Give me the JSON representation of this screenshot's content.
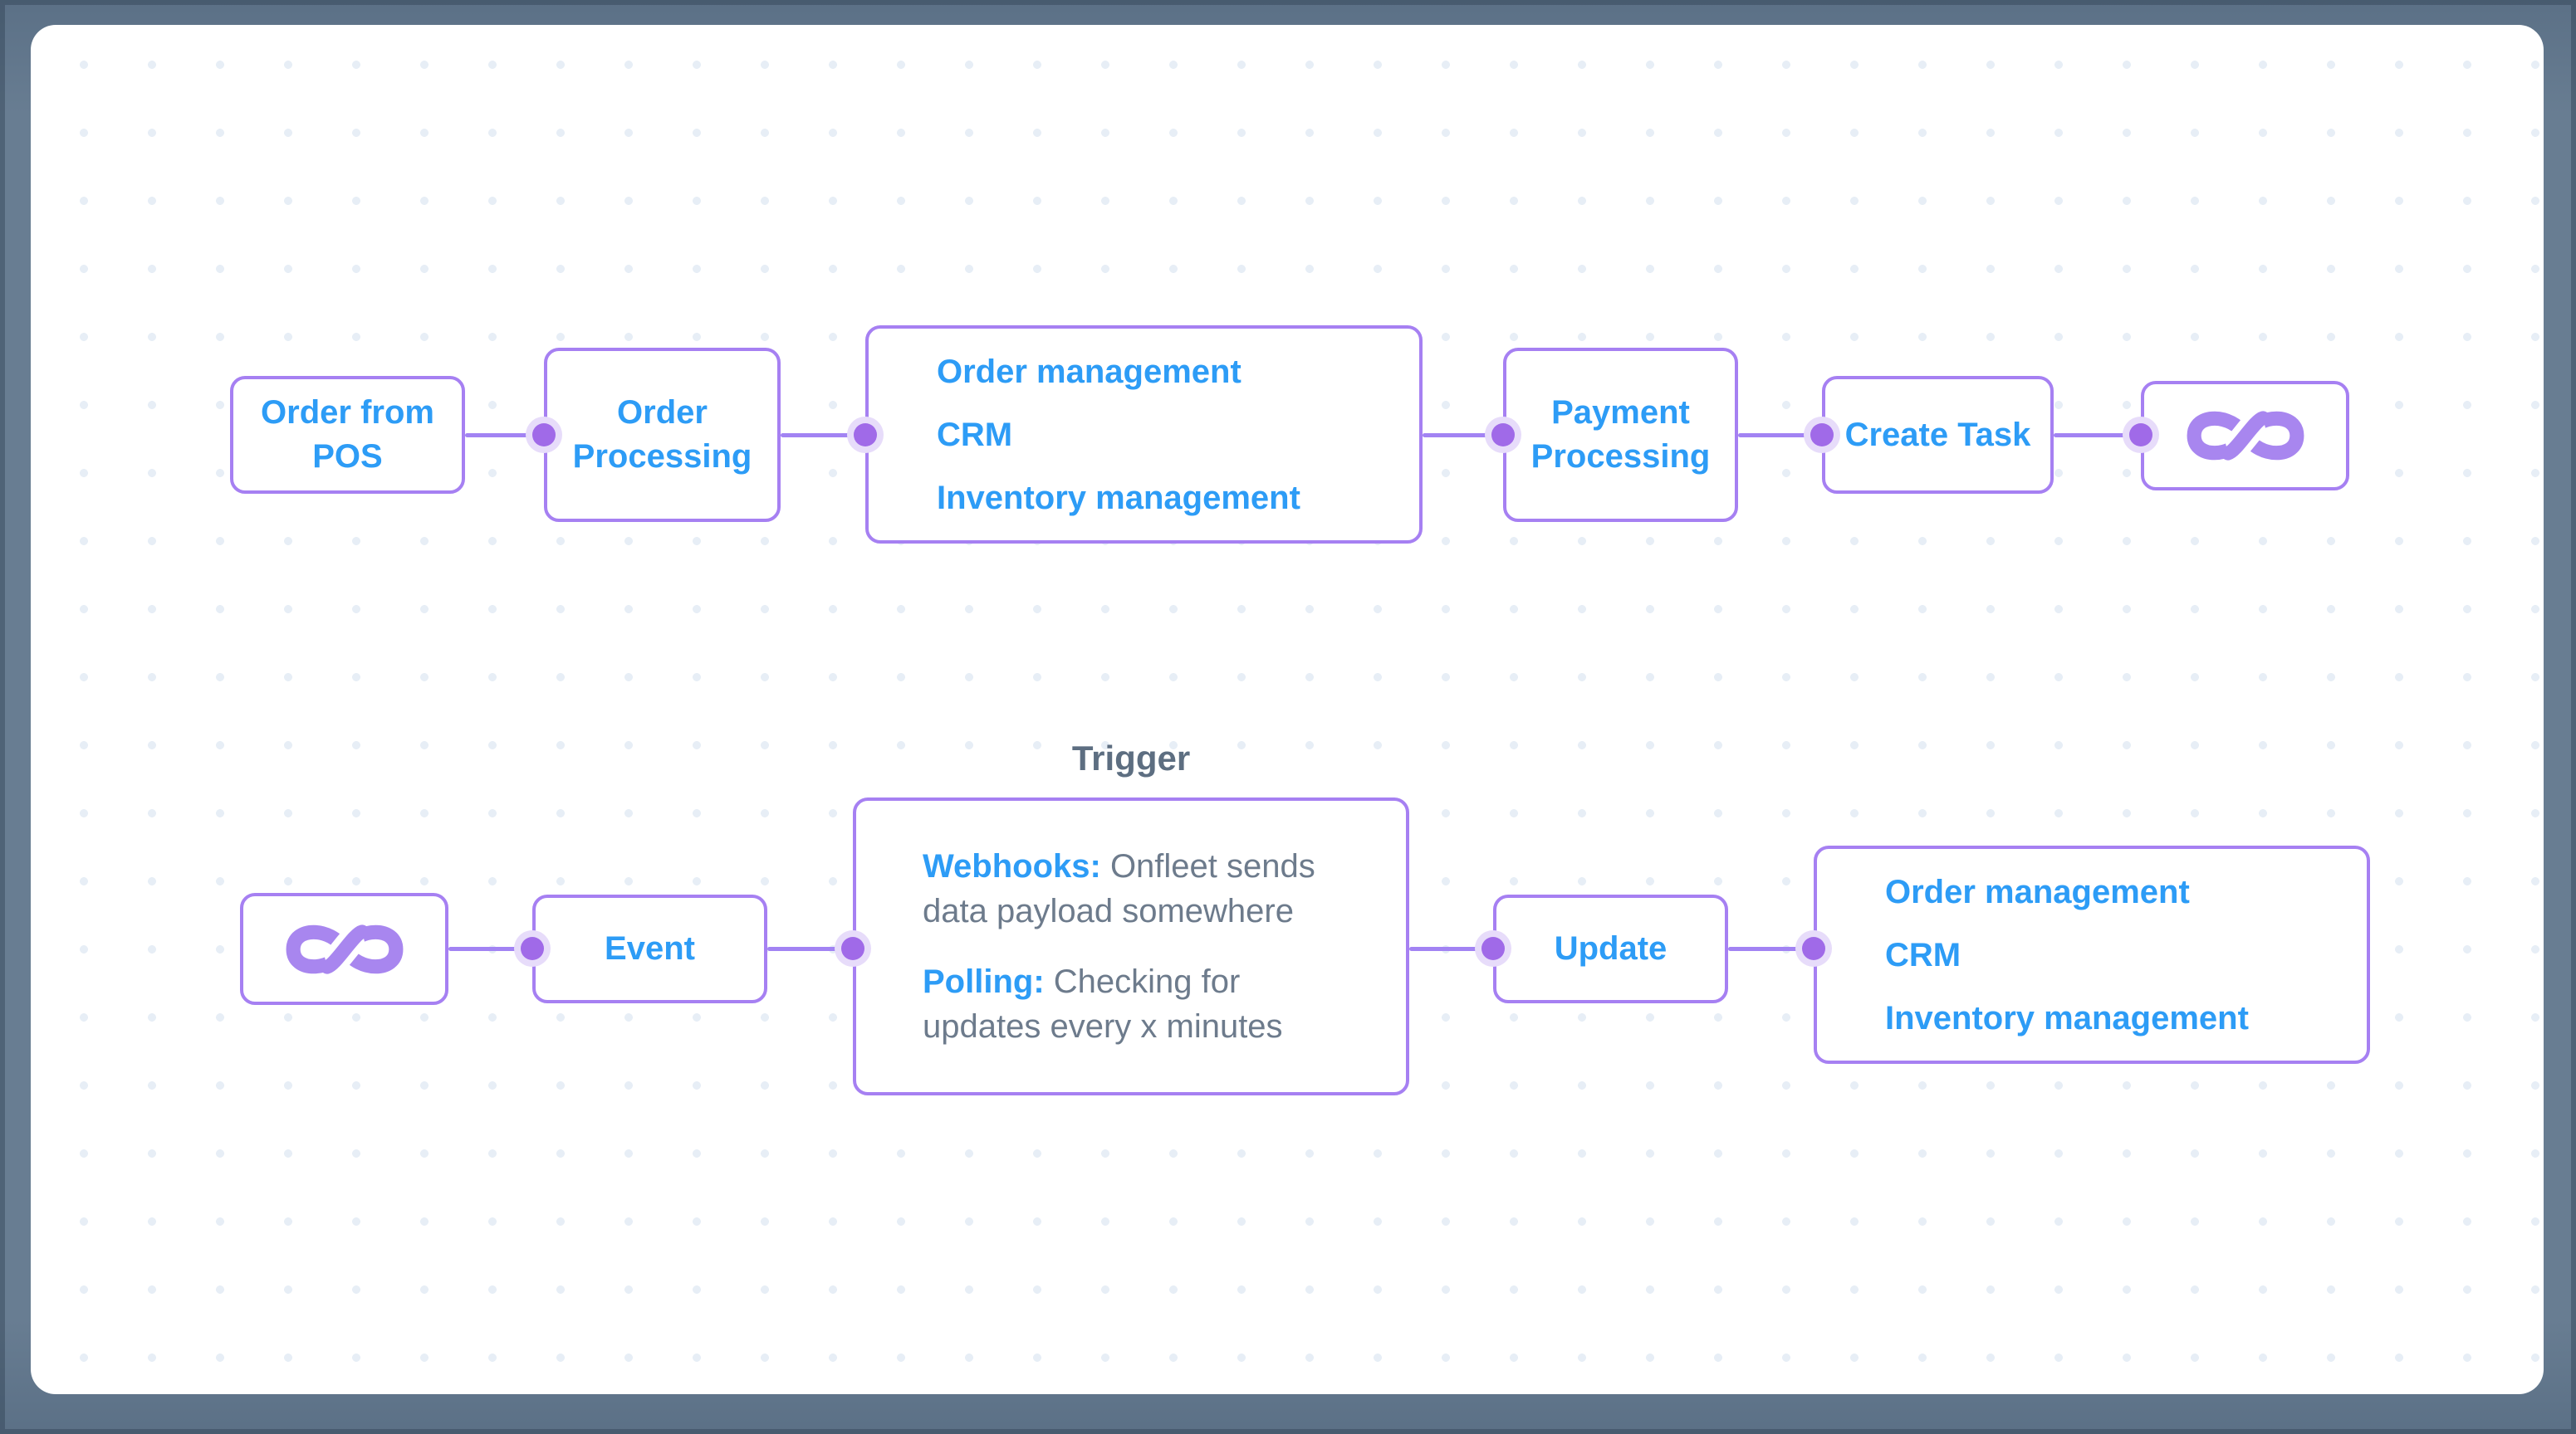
{
  "colors": {
    "frame": "#64798e",
    "canvas_bg": "#ffffff",
    "grid_dot": "#e7eef6",
    "node_border": "#a680f2",
    "connector": "#a283f3",
    "port_dot": "#a06ae8",
    "port_halo": "#e7dcfa",
    "label_blue": "#2d9cf6",
    "body_gray": "#6d7b8c",
    "heading_gray": "#5d6e81",
    "infinity_purple": "#a886ef"
  },
  "flow_top": {
    "nodes": [
      {
        "label": "Order from POS"
      },
      {
        "label": "Order Processing"
      },
      {
        "items": [
          "Order management",
          "CRM",
          "Inventory management"
        ]
      },
      {
        "label": "Payment Processing"
      },
      {
        "label": "Create Task"
      },
      {
        "icon": "infinity-icon"
      }
    ]
  },
  "flow_bottom": {
    "trigger_label": "Trigger",
    "nodes": [
      {
        "icon": "infinity-icon"
      },
      {
        "label": "Event"
      },
      {
        "webhooks_label": "Webhooks:",
        "webhooks_text": " Onfleet sends data payload somewhere",
        "polling_label": "Polling:",
        "polling_text": " Checking for updates every x minutes"
      },
      {
        "label": "Update"
      },
      {
        "items": [
          "Order management",
          "CRM",
          "Inventory management"
        ]
      }
    ]
  }
}
